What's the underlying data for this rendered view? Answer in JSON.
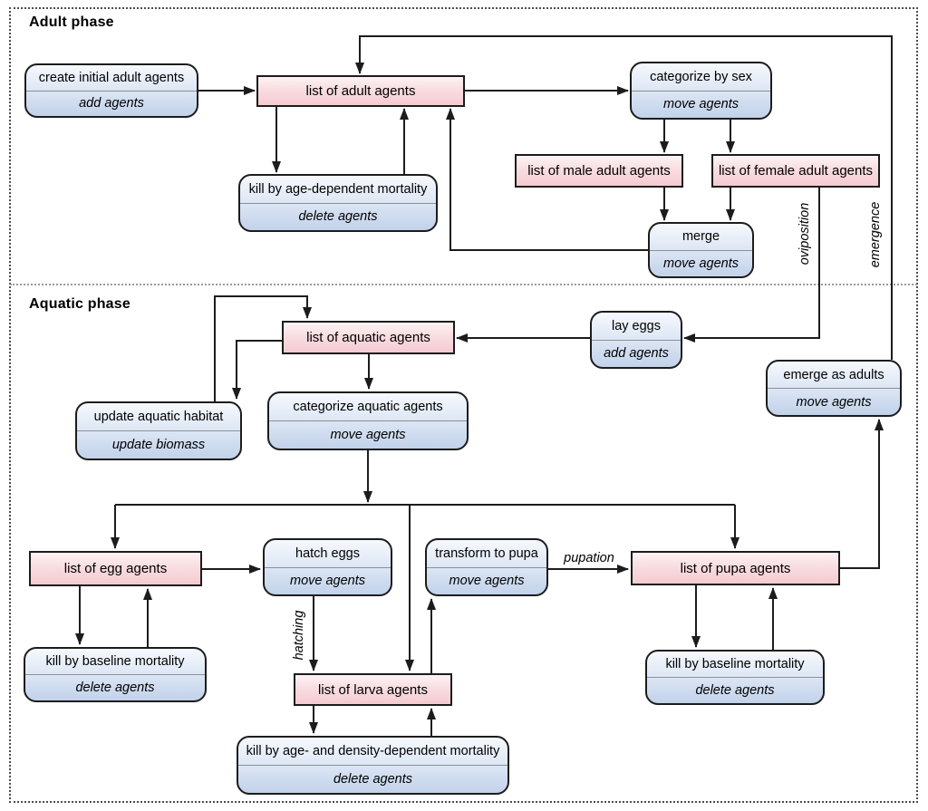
{
  "phases": {
    "adult": {
      "label": "Adult phase"
    },
    "aquatic": {
      "label": "Aquatic phase"
    }
  },
  "lists": {
    "adult": {
      "label": "list of adult agents"
    },
    "male": {
      "label": "list of male adult agents"
    },
    "female": {
      "label": "list of female adult agents"
    },
    "aquatic": {
      "label": "list of aquatic agents"
    },
    "egg": {
      "label": "list of egg agents"
    },
    "larva": {
      "label": "list of larva agents"
    },
    "pupa": {
      "label": "list of pupa agents"
    }
  },
  "processes": {
    "create_initial": {
      "title": "create initial adult agents",
      "subtitle": "add agents"
    },
    "kill_age_adult": {
      "title": "kill by age-dependent mortality",
      "subtitle": "delete agents"
    },
    "categorize_sex": {
      "title": "categorize by sex",
      "subtitle": "move agents"
    },
    "merge": {
      "title": "merge",
      "subtitle": "move agents"
    },
    "lay_eggs": {
      "title": "lay eggs",
      "subtitle": "add agents"
    },
    "emerge_adults": {
      "title": "emerge as adults",
      "subtitle": "move agents"
    },
    "update_habitat": {
      "title": "update aquatic habitat",
      "subtitle": "update biomass"
    },
    "categorize_aquatic": {
      "title": "categorize aquatic agents",
      "subtitle": "move agents"
    },
    "hatch_eggs": {
      "title": "hatch eggs",
      "subtitle": "move agents"
    },
    "transform_pupa": {
      "title": "transform to pupa",
      "subtitle": "move agents"
    },
    "kill_baseline_egg": {
      "title": "kill by baseline mortality",
      "subtitle": "delete agents"
    },
    "kill_larva": {
      "title": "kill by age- and density-dependent mortality",
      "subtitle": "delete agents"
    },
    "kill_baseline_pupa": {
      "title": "kill by baseline mortality",
      "subtitle": "delete agents"
    }
  },
  "edge_labels": {
    "oviposition": "oviposition",
    "emergence": "emergence",
    "hatching": "hatching",
    "pupation": "pupation"
  },
  "colors": {
    "list_box_top": "#fdf3f4",
    "list_box_bottom": "#f4cbd1",
    "process_box_top": "#f6f9fd",
    "process_box_bottom": "#c2d2ea",
    "box_border": "#1c1c1c",
    "arrow": "#1c1c1c",
    "outer_frame": "#4d4d4d",
    "phase_divider": "#9a9a9a"
  }
}
